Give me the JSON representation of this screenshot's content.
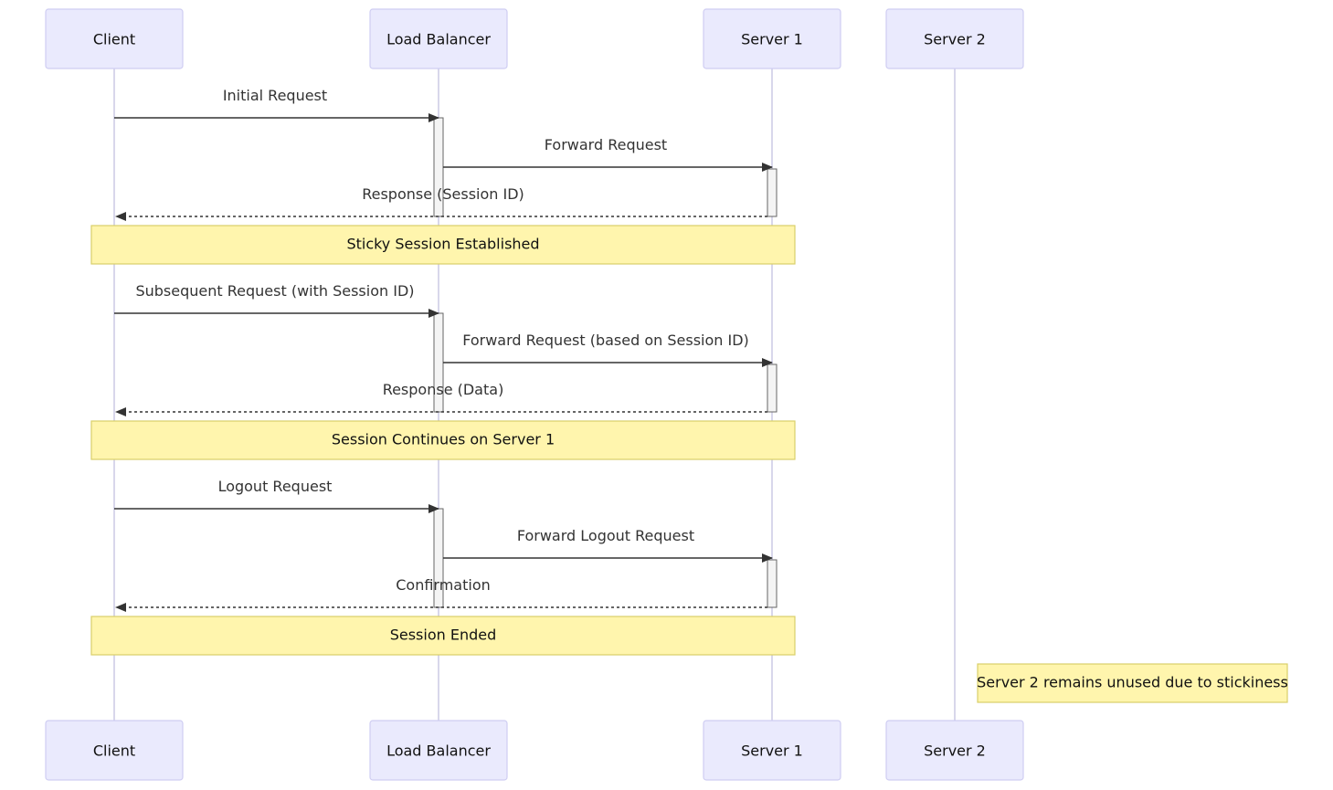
{
  "participants": [
    {
      "id": "client",
      "label": "Client"
    },
    {
      "id": "lb",
      "label": "Load Balancer"
    },
    {
      "id": "s1",
      "label": "Server 1"
    },
    {
      "id": "s2",
      "label": "Server 2"
    }
  ],
  "messages": [
    {
      "from": "client",
      "to": "lb",
      "label": "Initial Request",
      "style": "solid"
    },
    {
      "from": "lb",
      "to": "s1",
      "label": "Forward Request",
      "style": "solid"
    },
    {
      "from": "s1",
      "to": "client",
      "label": "Response (Session ID)",
      "style": "dashed"
    },
    {
      "from": "client",
      "to": "lb",
      "label": "Subsequent Request (with Session ID)",
      "style": "solid"
    },
    {
      "from": "lb",
      "to": "s1",
      "label": "Forward Request (based on Session ID)",
      "style": "solid"
    },
    {
      "from": "s1",
      "to": "client",
      "label": "Response (Data)",
      "style": "dashed"
    },
    {
      "from": "client",
      "to": "lb",
      "label": "Logout Request",
      "style": "solid"
    },
    {
      "from": "lb",
      "to": "s1",
      "label": "Forward Logout Request",
      "style": "solid"
    },
    {
      "from": "s1",
      "to": "client",
      "label": "Confirmation",
      "style": "dashed"
    }
  ],
  "notes": [
    {
      "text": "Sticky Session Established",
      "over": [
        "client",
        "s1"
      ]
    },
    {
      "text": "Session Continues on Server 1",
      "over": [
        "client",
        "s1"
      ]
    },
    {
      "text": "Session Ended",
      "over": [
        "client",
        "s1"
      ]
    },
    {
      "text": "Server 2 remains unused due to stickiness",
      "right_of": "s2"
    }
  ]
}
